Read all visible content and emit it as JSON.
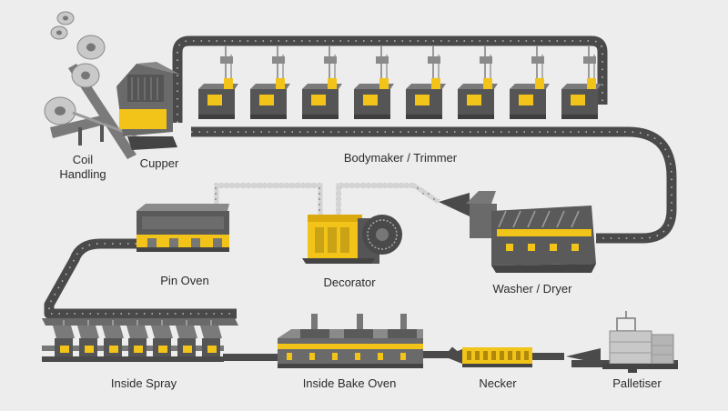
{
  "diagram": {
    "colors": {
      "background": "#ededed",
      "conveyor": "#4a4a4a",
      "conveyor_dots": "#bdbdbd",
      "machine_dark": "#555555",
      "machine_mid": "#7a7a7a",
      "machine_light": "#a5a5a5",
      "accent": "#f2c318",
      "chain": "#9a9a9a",
      "text": "#2b2b2b"
    },
    "stations": {
      "coil_handling": {
        "line1": "Coil",
        "line2": "Handling",
        "icon": "coil-rolls-icon"
      },
      "cupper": {
        "label": "Cupper",
        "icon": "cupper-press-icon"
      },
      "bodymaker": {
        "label": "Bodymaker / Trimmer",
        "icon": "bodymaker-row-icon"
      },
      "pin_oven": {
        "label": "Pin Oven",
        "icon": "oven-icon"
      },
      "decorator": {
        "label": "Decorator",
        "icon": "decorator-wheel-icon"
      },
      "washer": {
        "label": "Washer / Dryer",
        "icon": "washer-tunnel-icon"
      },
      "inside_spray": {
        "label": "Inside Spray",
        "icon": "spray-station-icon"
      },
      "inside_bake": {
        "label": "Inside Bake Oven",
        "icon": "bake-oven-icon"
      },
      "necker": {
        "label": "Necker",
        "icon": "necker-icon"
      },
      "palletiser": {
        "label": "Palletiser",
        "icon": "palletiser-icon"
      }
    }
  }
}
